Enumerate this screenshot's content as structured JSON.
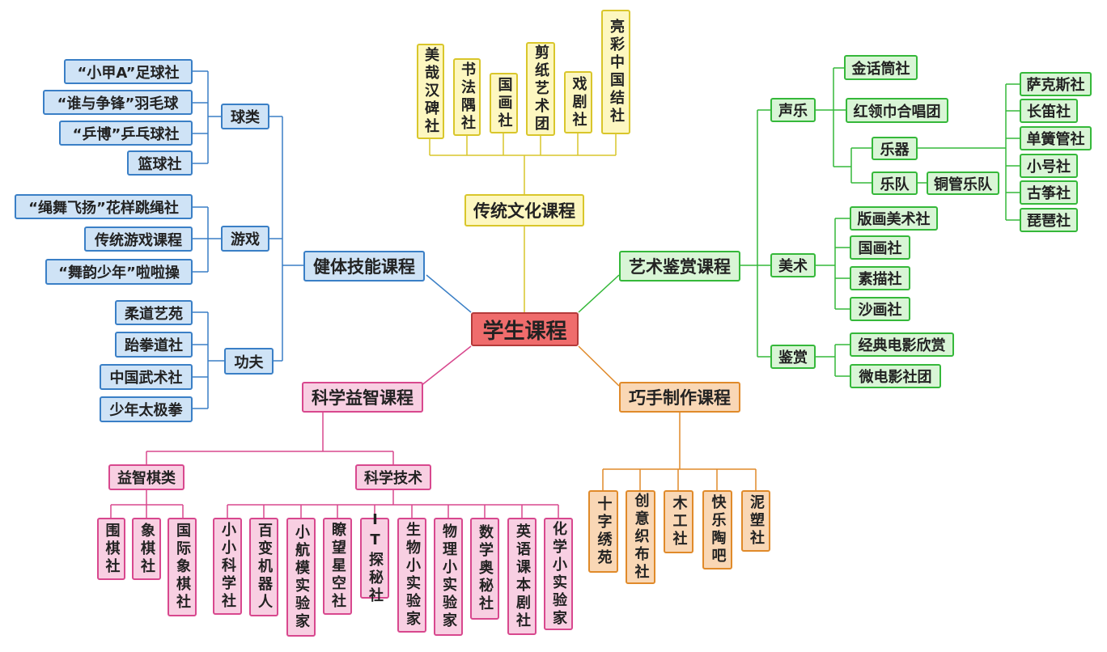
{
  "root": "学生课程",
  "traditional": {
    "title": "传统文化课程",
    "items": [
      "美哉汉碑社",
      "书法隅社",
      "国画社",
      "剪纸艺术团",
      "戏剧社",
      "亮彩中国结社"
    ]
  },
  "fitness": {
    "title": "健体技能课程",
    "ball": {
      "label": "球类",
      "items": [
        "“小甲A”足球社",
        "“谁与争锋”羽毛球",
        "“乒博”乒乓球社",
        "篮球社"
      ]
    },
    "games": {
      "label": "游戏",
      "items": [
        "“绳舞飞扬”花样跳绳社",
        "传统游戏课程",
        "“舞韵少年”啦啦操"
      ]
    },
    "kungfu": {
      "label": "功夫",
      "items": [
        "柔道艺苑",
        "跆拳道社",
        "中国武术社",
        "少年太极拳"
      ]
    }
  },
  "art": {
    "title": "艺术鉴赏课程",
    "vocal": {
      "label": "声乐",
      "items": [
        "金话筒社",
        "红领巾合唱团"
      ],
      "instruments_label": "乐器",
      "band_label": "乐队",
      "band_item": "铜管乐队",
      "instrument_items": [
        "萨克斯社",
        "长笛社",
        "单簧管社",
        "小号社",
        "古筝社",
        "琵琶社"
      ]
    },
    "fine_art": {
      "label": "美术",
      "items": [
        "版画美术社",
        "国画社",
        "素描社",
        "沙画社"
      ]
    },
    "appreciation": {
      "label": "鉴赏",
      "items": [
        "经典电影欣赏",
        "微电影社团"
      ]
    }
  },
  "science": {
    "title": "科学益智课程",
    "chess": {
      "label": "益智棋类",
      "items": [
        "围棋社",
        "象棋社",
        "国际象棋社"
      ]
    },
    "tech": {
      "label": "科学技术",
      "items": [
        "小小科学社",
        "百变机器人",
        "小航模实验家",
        "瞭望星空社",
        "IT探秘社",
        "生物小实验家",
        "物理小实验家",
        "数学奥秘社",
        "英语课本剧社",
        "化学小实验家"
      ]
    }
  },
  "craft": {
    "title": "巧手制作课程",
    "items": [
      "十字绣苑",
      "创意织布社",
      "木工社",
      "快乐陶吧",
      "泥塑社"
    ]
  },
  "colors": {
    "blue": "#3a7fc6",
    "yellow": "#d9c62b",
    "green": "#35b83a",
    "orange": "#e08a2a",
    "pink": "#d8488e",
    "root": "#ef6c6c"
  }
}
